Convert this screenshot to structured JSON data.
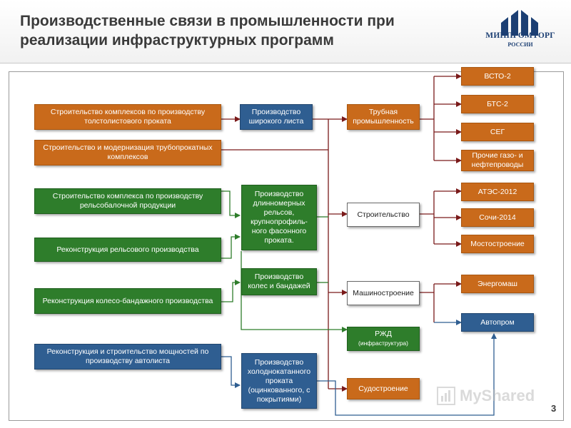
{
  "header": {
    "title_line1": "Производственные связи в промышленности при",
    "title_line2": "реализации инфраструктурных программ"
  },
  "logo": {
    "name": "МИНПРОМТОРГ",
    "sub": "РОССИИ"
  },
  "sources": {
    "s1": "Строительство комплексов по производству толстолистового проката",
    "s2": "Строительство и модернизация трубопрокатных комплексов",
    "s3": "Строительство комплекса по производству рельсобалочной продукции",
    "s4": "Реконструкция рельсового производства",
    "s5": "Реконструкция колесо-бандажного производства",
    "s6": "Реконструкция и строительство мощностей по производству автолиста"
  },
  "production": {
    "p1": "Производство широкого листа",
    "p2": "Производство длинномерных рельсов, крупнопрофиль-ного фасонного проката.",
    "p3": "Производство колес и бандажей",
    "p4": "Производство холоднокатанного проката (оцинкованного, с покрытиями)"
  },
  "sectors": {
    "pipe": "Трубная промышленность",
    "construction": "Строительство",
    "machinery": "Машиностроение",
    "rzd_title": "РЖД",
    "rzd_sub": "(инфраструктура)",
    "shipbuilding": "Судостроение"
  },
  "outcomes": {
    "vsto": "ВСТО-2",
    "bts": "БТС-2",
    "seg": "СЕГ",
    "other_pipes": "Прочие газо- и нефтепроводы",
    "ates": "АТЭС-2012",
    "sochi": "Сочи-2014",
    "bridges": "Мостостроение",
    "energomash": "Энергомаш",
    "autoprom": "Автопром"
  },
  "watermark": "MyShared",
  "page_number": "3",
  "colors": {
    "orange": "#c96a1b",
    "green": "#2e7d2b",
    "blue": "#2f5e91",
    "title": "#3a3a3a",
    "logo": "#1c3f73"
  }
}
